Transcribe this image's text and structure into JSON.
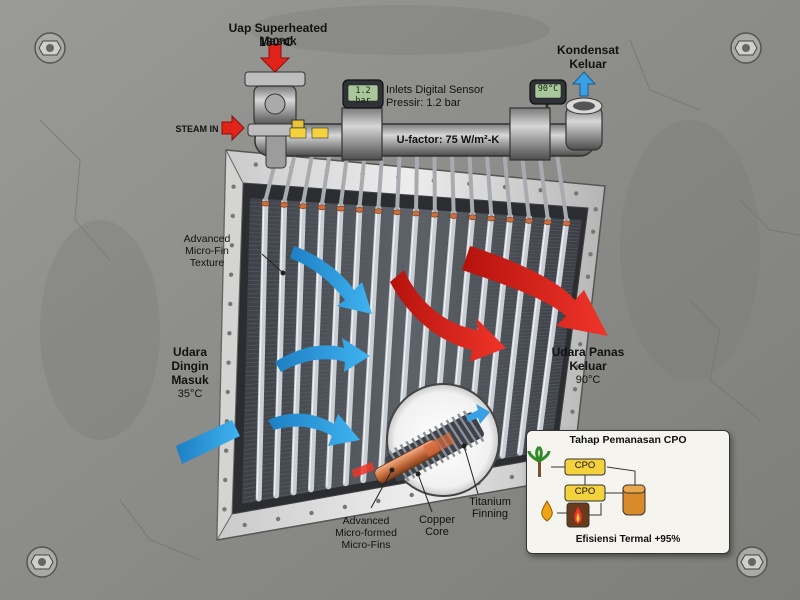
{
  "labels": {
    "steam_in_title": "Uap Superheated Masuk",
    "steam_in_temp": "180°C",
    "steam_in_side": "STEAM IN",
    "sensor_title": "Inlets Digital Sensor",
    "sensor_pressure": "Pressir: 1.2 bar",
    "condensate_line1": "Kondensat",
    "condensate_line2": "Keluar",
    "ufactor": "U-factor: 75 W/m²-K",
    "fin_texture_1": "Advanced",
    "fin_texture_2": "Micro-Fin",
    "fin_texture_3": "Texture",
    "cold_1": "Udara",
    "cold_2": "Dingin",
    "cold_3": "Masuk",
    "cold_temp": "35°C",
    "hot_1": "Udara Panas",
    "hot_2": "Keluar",
    "hot_temp": "90°C",
    "microfin_1": "Advanced",
    "microfin_2": "Micro-formed",
    "microfin_3": "Micro-Fins",
    "copper_1": "Copper",
    "copper_2": "Core",
    "titanium_1": "Titanium",
    "titanium_2": "Finning"
  },
  "gauges": {
    "pressure_display": "1.2 bar",
    "temp_display": "90°C"
  },
  "inset": {
    "title": "Tahap Pemanasan CPO",
    "box1": "CPO",
    "box2": "CPO",
    "efficiency": "Efisiensi Termal +95%"
  },
  "colors": {
    "cold_arrow": "#2a9be0",
    "hot_arrow": "#e2231a",
    "copper": "#c96f3f"
  }
}
